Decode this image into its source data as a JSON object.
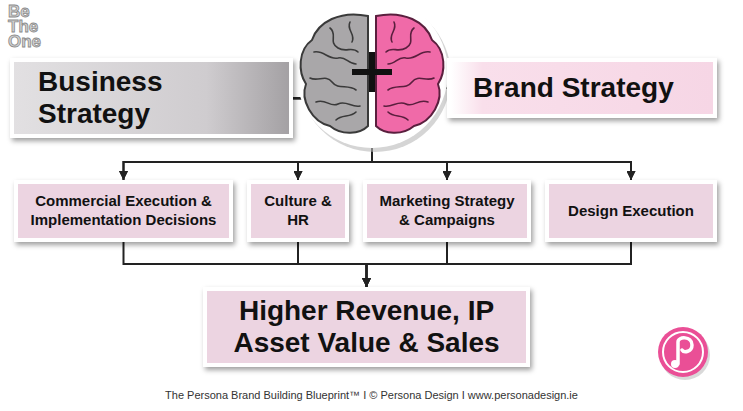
{
  "diagram": {
    "caption": "The Persona Brand Building Blueprint™ I © Persona Design I www.personadesign.ie",
    "nodes": [
      {
        "text": [
          "Business Strategy"
        ]
      },
      {
        "text": [
          "Brand Strategy"
        ]
      },
      {
        "text": [
          "Commercial Execution & Implementation Decisions"
        ]
      },
      {
        "text": [
          "Culture & HR"
        ]
      },
      {
        "text": [
          "Marketing Strategy & Campaigns"
        ]
      },
      {
        "text": [
          "Design Execution"
        ]
      },
      {
        "text": [
          "Higher Revenue, IP Asset Value & Sales"
        ]
      }
    ],
    "edges": [
      {
        "from": 0,
        "to": 2,
        "arrow": "to"
      },
      {
        "from": 0,
        "to": 3,
        "arrow": "to"
      },
      {
        "from": 0,
        "to": 4,
        "arrow": "to"
      },
      {
        "from": 0,
        "to": 5,
        "arrow": "to"
      },
      {
        "from": 1,
        "to": 2,
        "arrow": "to"
      },
      {
        "from": 1,
        "to": 3,
        "arrow": "to"
      },
      {
        "from": 1,
        "to": 4,
        "arrow": "to"
      },
      {
        "from": 1,
        "to": 5,
        "arrow": "to"
      },
      {
        "from": 2,
        "to": 6,
        "arrow": "to"
      },
      {
        "from": 3,
        "to": 6,
        "arrow": "to"
      },
      {
        "from": 4,
        "to": 6,
        "arrow": "to"
      },
      {
        "from": 5,
        "to": 6,
        "arrow": "to"
      }
    ],
    "labels": [
      "Be The One"
    ]
  }
}
